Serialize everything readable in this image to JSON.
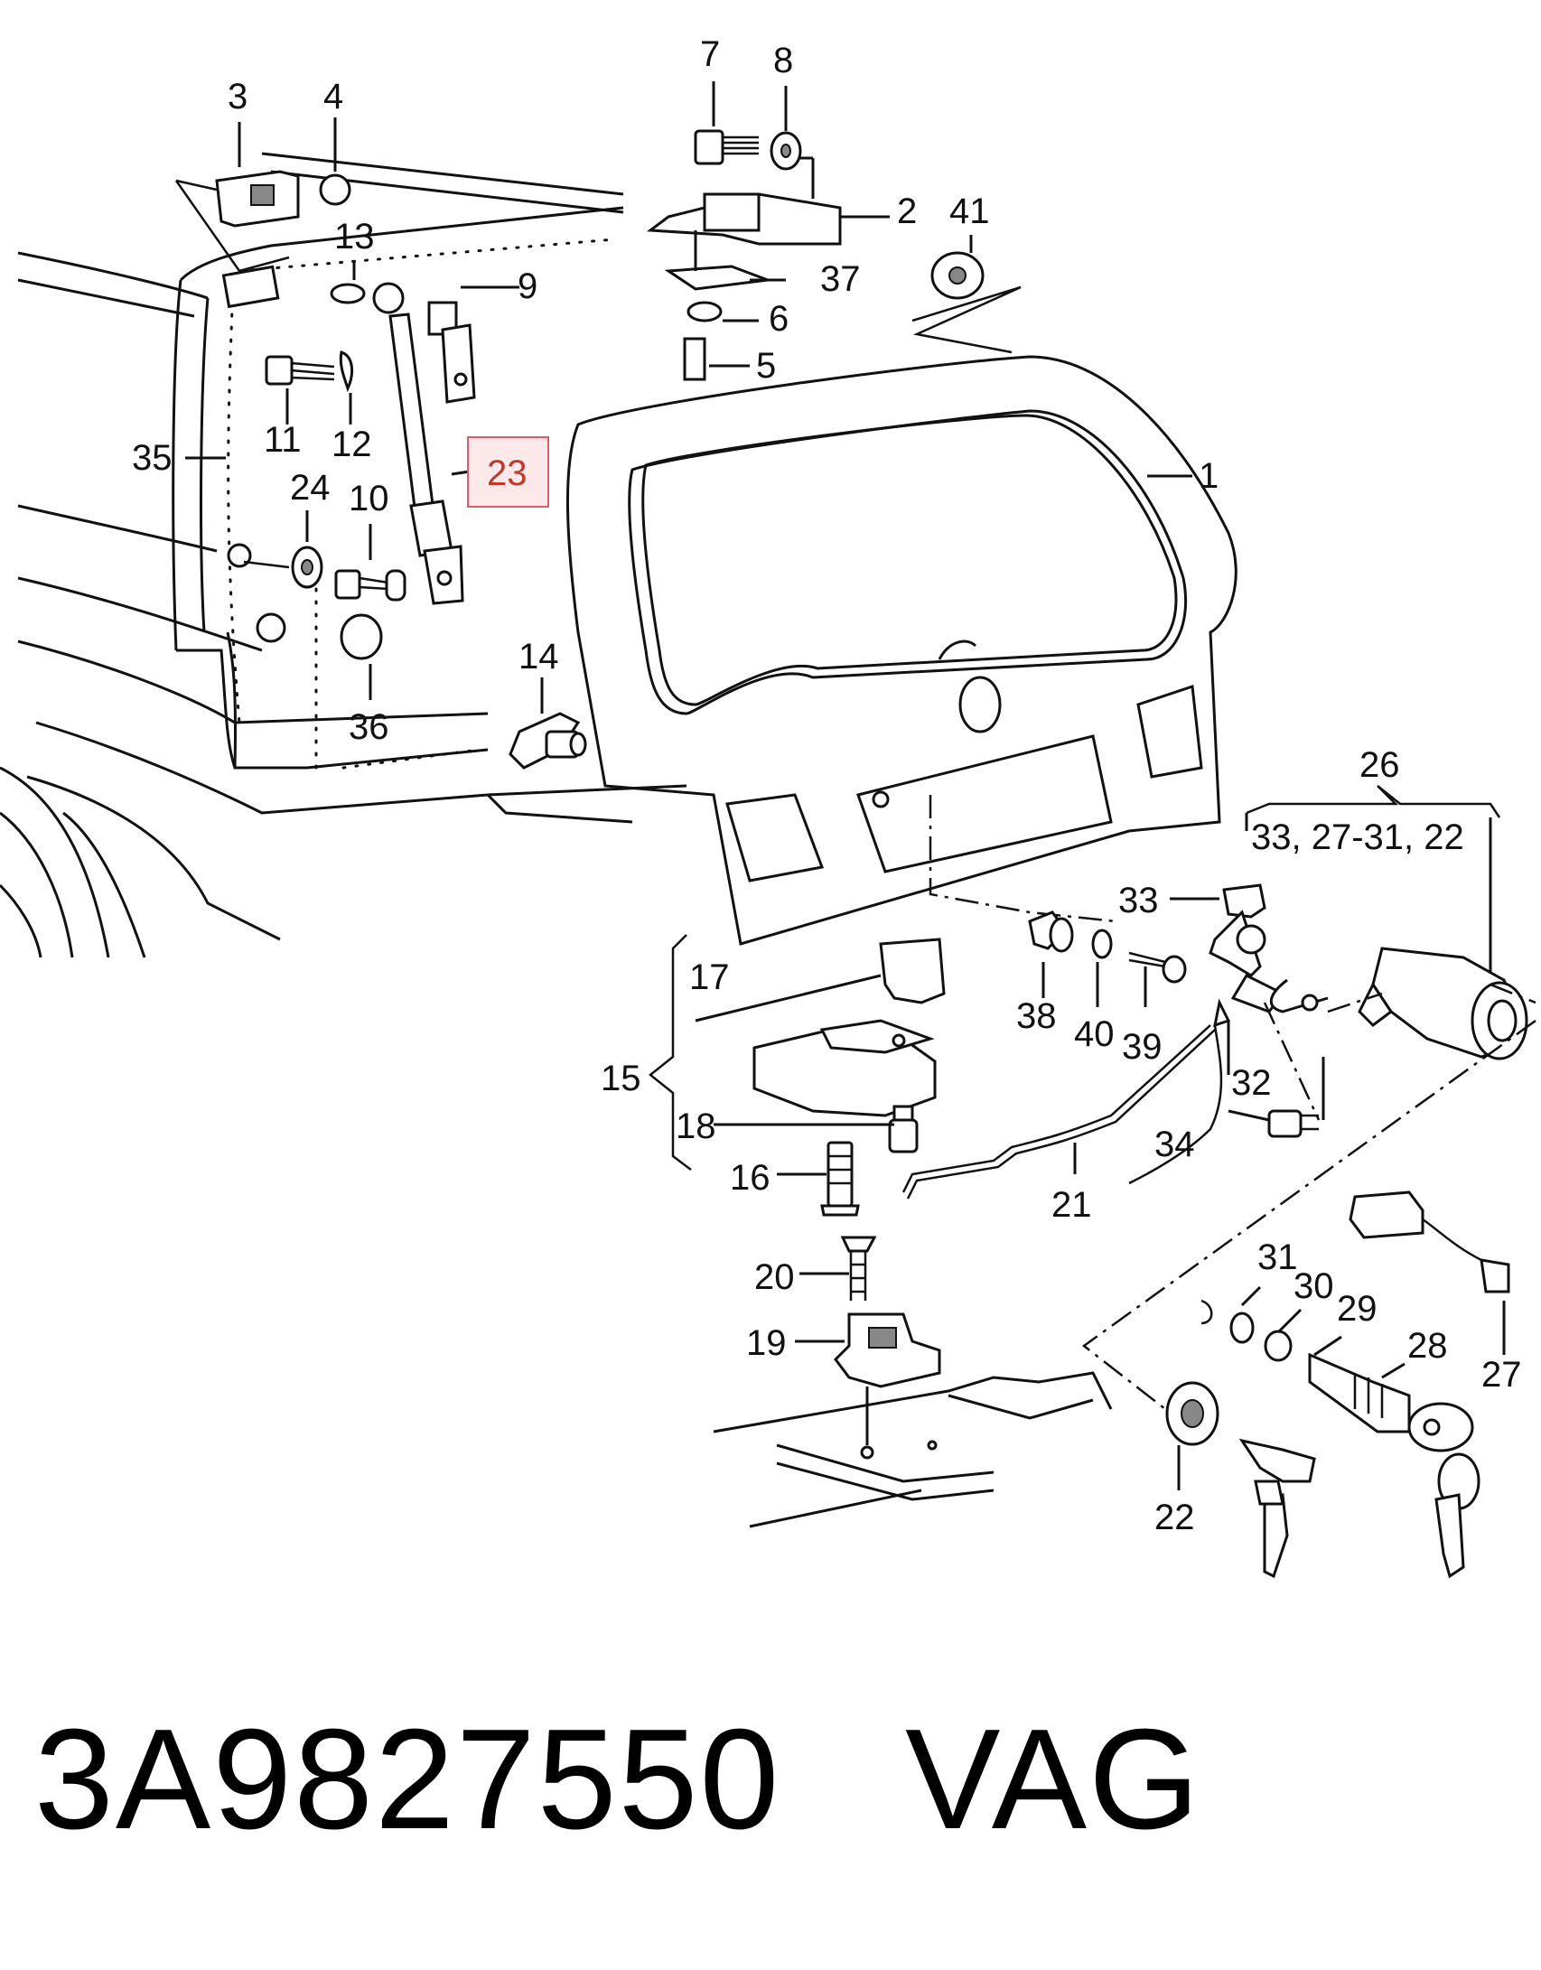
{
  "callouts": {
    "c1": "1",
    "c2": "2",
    "c3": "3",
    "c4": "4",
    "c5": "5",
    "c6": "6",
    "c7": "7",
    "c8": "8",
    "c9": "9",
    "c10": "10",
    "c11": "11",
    "c12": "12",
    "c13": "13",
    "c14": "14",
    "c15": "15",
    "c16": "16",
    "c17": "17",
    "c18": "18",
    "c19": "19",
    "c20": "20",
    "c21": "21",
    "c22a": "22",
    "c22b": "22",
    "c23": "23",
    "c24": "24",
    "c26": "26",
    "c26_group": "33, 27-31, 22",
    "c27": "27",
    "c28": "28",
    "c29": "29",
    "c30": "30",
    "c31": "31",
    "c32": "32",
    "c33": "33",
    "c34": "34",
    "c35": "35",
    "c36": "36",
    "c37": "37",
    "c38": "38",
    "c39": "39",
    "c40": "40",
    "c41": "41"
  },
  "highlight": {
    "callout": "23",
    "color": "#e05a6a"
  },
  "footer": {
    "part_number": "3A9827550",
    "brand": "VAG"
  }
}
